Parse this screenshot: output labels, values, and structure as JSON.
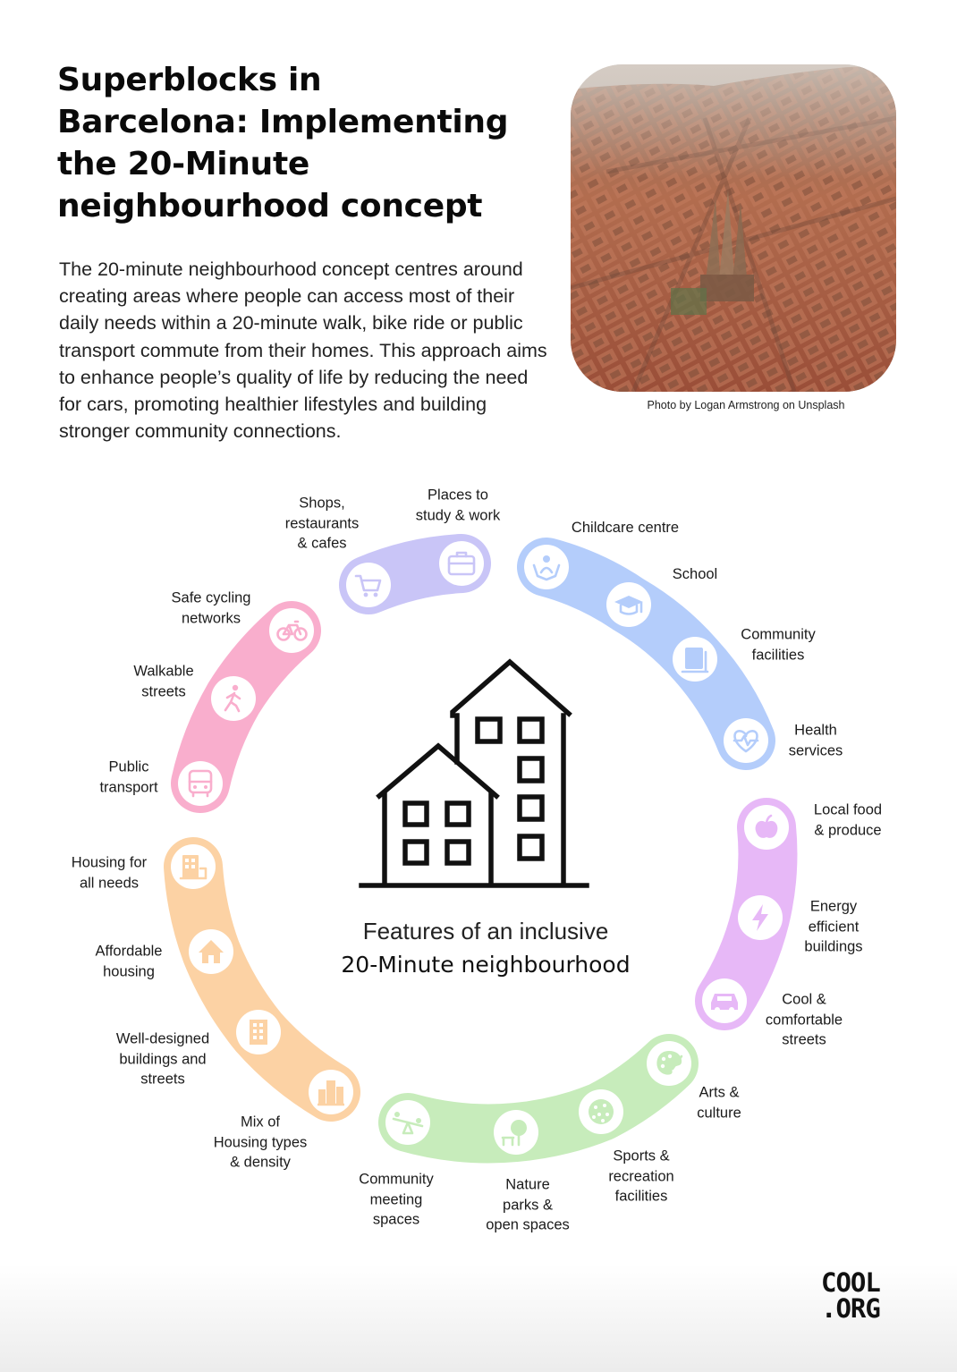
{
  "title": "Superblocks in Barcelona: Implementing the 20-Minute neighbourhood concept",
  "intro": "The 20-minute neighbourhood concept centres around creating areas where people can access most of their daily needs within a 20-minute walk, bike ride or public transport commute from their homes. This approach aims to enhance people’s quality of life by reducing the need for cars, promoting healthier lifestyles and building stronger community connections.",
  "photo_credit": "Photo by Logan Armstrong on Unsplash",
  "caption": {
    "line1": "Features of an inclusive",
    "line2": "20-Minute neighbourhood"
  },
  "logo": {
    "line1": "COOL",
    "line2": ".ORG"
  },
  "colors": {
    "purple": "#c9c5f7",
    "blue": "#b4cdfb",
    "pink": "#f9aecd",
    "violet": "#e7b8f7",
    "orange": "#fcd2a4",
    "green": "#c7ecbb"
  },
  "groups": [
    {
      "id": "purple",
      "items": [
        {
          "label": "Shops,\nrestaurants\n& cafes",
          "icon": "shopping-cart-icon"
        },
        {
          "label": "Places to\nstudy & work",
          "icon": "briefcase-icon"
        }
      ]
    },
    {
      "id": "blue",
      "items": [
        {
          "label": "Childcare centre",
          "icon": "childcare-hands-icon"
        },
        {
          "label": "School",
          "icon": "graduation-cap-icon"
        },
        {
          "label": "Community\nfacilities",
          "icon": "community-building-icon"
        },
        {
          "label": "Health\nservices",
          "icon": "heart-pulse-icon"
        }
      ]
    },
    {
      "id": "violet",
      "items": [
        {
          "label": "Local food\n& produce",
          "icon": "apple-icon"
        },
        {
          "label": "Energy\nefficient\nbuildings",
          "icon": "lightning-icon"
        },
        {
          "label": "Cool &\ncomfortable\nstreets",
          "icon": "car-icon"
        }
      ]
    },
    {
      "id": "green",
      "items": [
        {
          "label": "Arts &\nculture",
          "icon": "palette-icon"
        },
        {
          "label": "Sports &\nrecreation\nfacilities",
          "icon": "ball-icon"
        },
        {
          "label": "Nature\nparks &\nopen spaces",
          "icon": "tree-bench-icon"
        },
        {
          "label": "Community\nmeeting\nspaces",
          "icon": "seesaw-icon"
        }
      ]
    },
    {
      "id": "orange",
      "items": [
        {
          "label": "Housing for\nall needs",
          "icon": "accessible-building-icon"
        },
        {
          "label": "Affordable\nhousing",
          "icon": "house-icon"
        },
        {
          "label": "Well-designed\nbuildings and\nstreets",
          "icon": "apartment-icon"
        },
        {
          "label": "Mix of\nHousing types\n& density",
          "icon": "city-buildings-icon"
        }
      ]
    },
    {
      "id": "pink",
      "items": [
        {
          "label": "Safe cycling\nnetworks",
          "icon": "bicycle-icon"
        },
        {
          "label": "Walkable\nstreets",
          "icon": "pedestrian-icon"
        },
        {
          "label": "Public\ntransport",
          "icon": "bus-icon"
        }
      ]
    }
  ]
}
